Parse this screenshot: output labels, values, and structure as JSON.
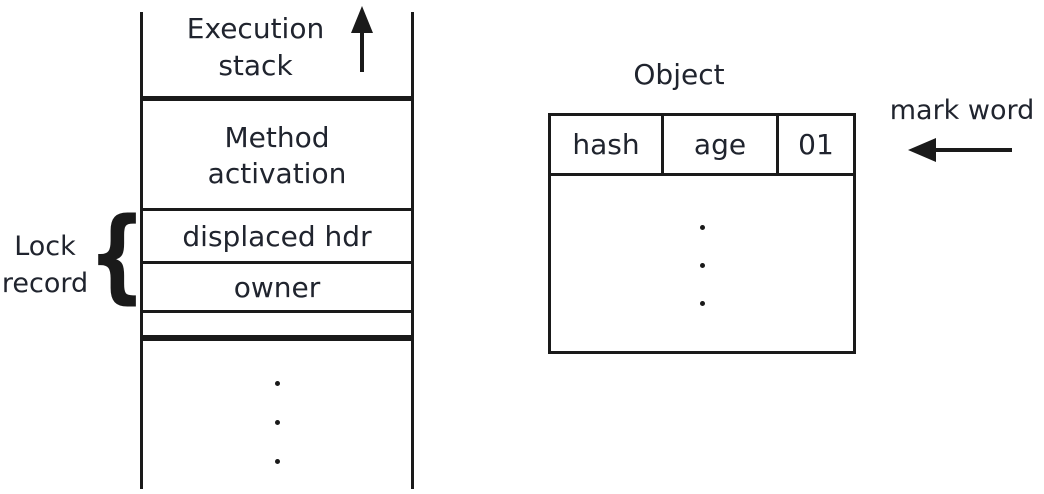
{
  "diagram": {
    "background": "#ffffff",
    "ink_color": "#20242e",
    "line_color": "#1a1a1a"
  },
  "execution_stack": {
    "title_line1": "Execution",
    "title_line2": "stack",
    "growth_arrow_direction": "up",
    "method_activation_line1": "Method",
    "method_activation_line2": "activation",
    "displaced_header": "displaced hdr",
    "owner": "owner"
  },
  "lock_record": {
    "label_line1": "Lock",
    "label_line2": "record",
    "brace": "{"
  },
  "object": {
    "title": "Object",
    "header_cells": [
      "hash",
      "age",
      "01"
    ]
  },
  "mark_word": {
    "label": "mark word",
    "arrow_direction": "left"
  }
}
